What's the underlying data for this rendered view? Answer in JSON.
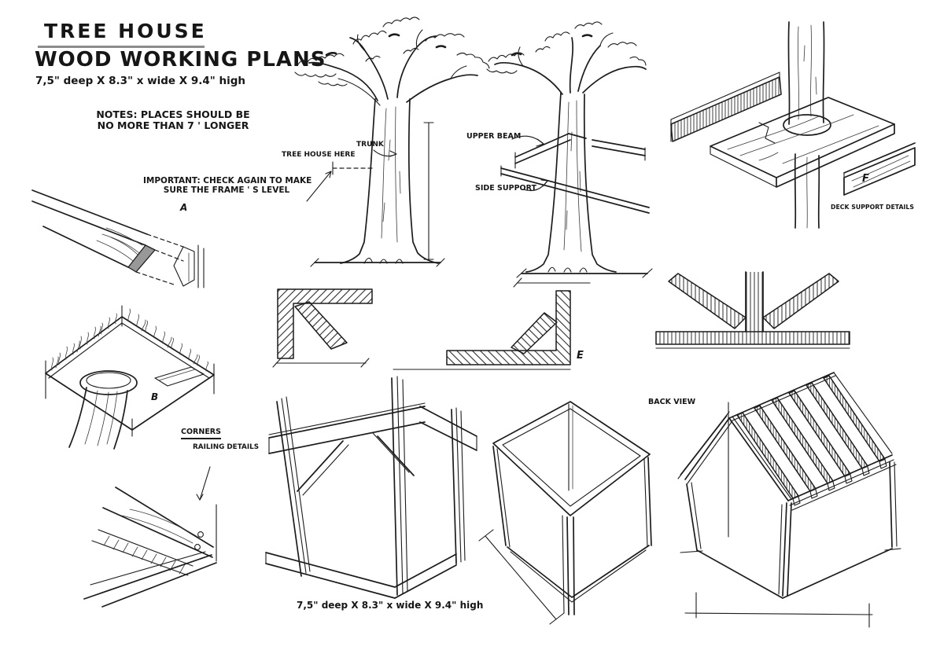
{
  "title": {
    "line1": "TREE HOUSE",
    "line2": "WOOD WORKING PLANS",
    "dimensions": "7,5\"  deep X 8.3\" x wide X 9.4\"  high"
  },
  "notes": {
    "line1": "NOTES: PLACES SHOULD BE",
    "line2": "NO MORE THAN 7 ' LONGER"
  },
  "important": {
    "line1": "IMPORTANT: CHECK AGAIN TO MAKE",
    "line2": "SURE THE FRAME ' S LEVEL"
  },
  "labels": {
    "tree_house_here": "TREE HOUSE HERE",
    "trunk": "TRUNK",
    "upper_beam": "UPPER BEAM",
    "side_support": "SIDE SUPPORT",
    "deck_support_details": "DECK SUPPORT DETAILS",
    "corners": "CORNERS",
    "railing_details": "RAILING DETAILS",
    "back_view": "BACK VIEW"
  },
  "markers": {
    "a": "A",
    "b": "B",
    "e": "E",
    "f": "F"
  },
  "footer": {
    "dimensions": "7,5\"  deep X 8.3\" x wide X 9.4\"  high"
  },
  "colors": {
    "ink": "#1c1c1c",
    "underline": "#8c8c8c",
    "background": "#ffffff"
  }
}
